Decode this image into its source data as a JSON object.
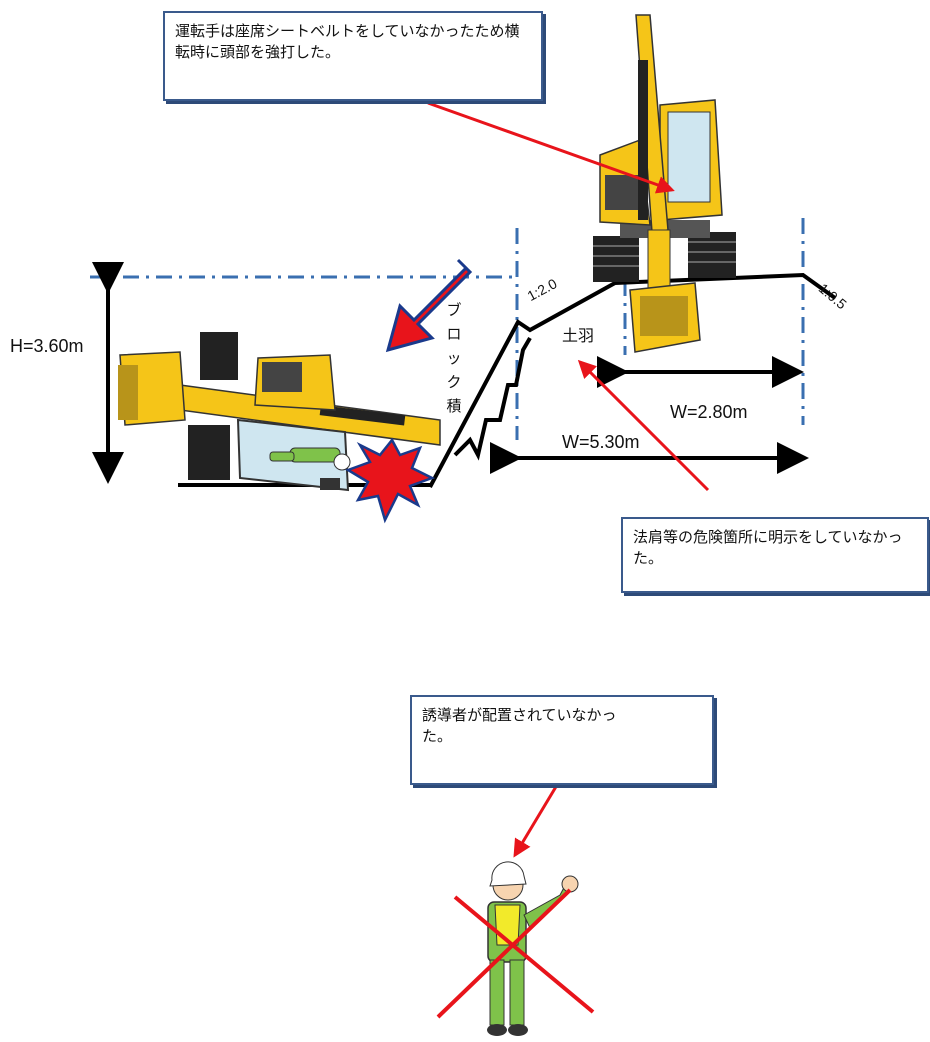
{
  "callouts": {
    "seatbelt": "運転手は座席シートベルトをしていなかったため横転時に頭部を強打した。",
    "shoulder_marking": "法肩等の危険箇所に明示をしていなかった。",
    "guide_person": "誘導者が配置されていなかった。"
  },
  "dimensions": {
    "height": "H=3.60m",
    "width_top": "W=2.80m",
    "width_total": "W=5.30m"
  },
  "slopes": {
    "left": "1:2.0",
    "right": "1:0.5"
  },
  "labels": {
    "embankment": "土羽",
    "block_wall": [
      "ブ",
      "ロ",
      "ッ",
      "ク",
      "積"
    ]
  },
  "colors": {
    "arrow_red": "#e8141b",
    "guide_line": "#3a6fb0",
    "machine_yellow": "#f5c518",
    "box_border": "#3a5a8c"
  }
}
